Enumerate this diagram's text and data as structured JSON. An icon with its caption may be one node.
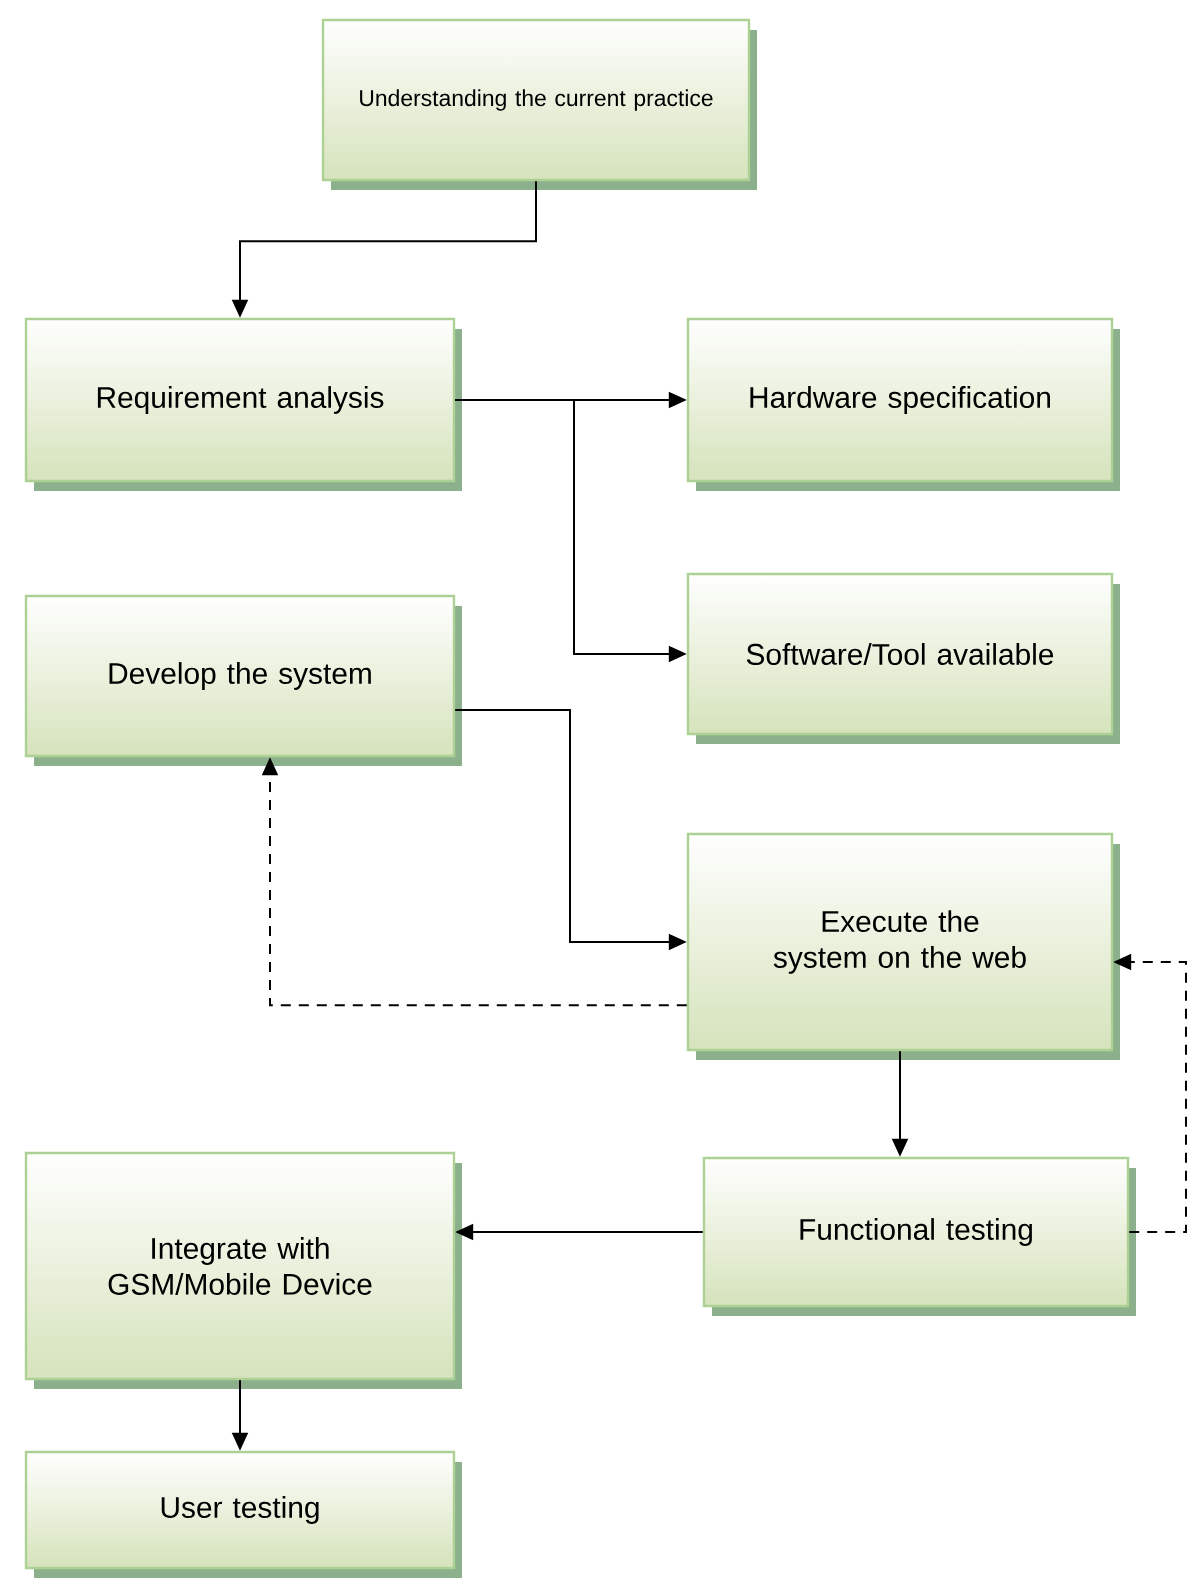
{
  "diagram": {
    "nodes": [
      {
        "text": [
          "Understanding the current practice"
        ]
      },
      {
        "text": [
          "Requirement analysis"
        ]
      },
      {
        "text": [
          "Hardware specification"
        ]
      },
      {
        "text": [
          "Software/Tool available"
        ]
      },
      {
        "text": [
          "Develop the system"
        ]
      },
      {
        "text": [
          "Execute the system on the web"
        ]
      },
      {
        "text": [
          "Functional testing"
        ]
      },
      {
        "text": [
          "Integrate with GSM/Mobile Device"
        ]
      },
      {
        "text": [
          "User testing"
        ]
      }
    ],
    "edges": [
      {
        "from": 0,
        "to": 1,
        "arrow": "to"
      },
      {
        "from": 1,
        "to": 2,
        "arrow": "to"
      },
      {
        "from": 1,
        "to": 3,
        "arrow": "to"
      },
      {
        "from": 4,
        "to": 5,
        "arrow": "to"
      },
      {
        "from": 5,
        "to": 4,
        "arrow": "to",
        "style": "dashed"
      },
      {
        "from": 5,
        "to": 6,
        "arrow": "to"
      },
      {
        "from": 6,
        "to": 7,
        "arrow": "to"
      },
      {
        "from": 7,
        "to": 8,
        "arrow": "to"
      },
      {
        "from": 6,
        "to": 5,
        "arrow": "to",
        "style": "dashed"
      }
    ]
  }
}
